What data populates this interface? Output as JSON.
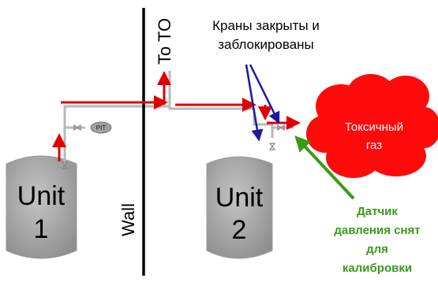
{
  "labels": {
    "to_to": "To TO",
    "wall": "Wall",
    "unit1_line1": "Unit",
    "unit1_line2": "1",
    "unit2_line1": "Unit",
    "unit2_line2": "2",
    "pit": "PIT",
    "valves_closed_line1": "Краны закрыты и",
    "valves_closed_line2": "заблокированы",
    "toxic_gas_line1": "Токсичный",
    "toxic_gas_line2": "газ",
    "sensor_line1": "Датчик",
    "sensor_line2": "давления снят",
    "sensor_line3": "для",
    "sensor_line4": "калибровки"
  },
  "colors": {
    "flow_arrow": "#e00000",
    "pipe": "#b8b8b8",
    "tank": "#a8a8a8",
    "wall": "#000000",
    "callout_arrow": "#1a1aa0",
    "cloud": "#ff0a0a",
    "sensor_text": "#3a9a1a"
  }
}
